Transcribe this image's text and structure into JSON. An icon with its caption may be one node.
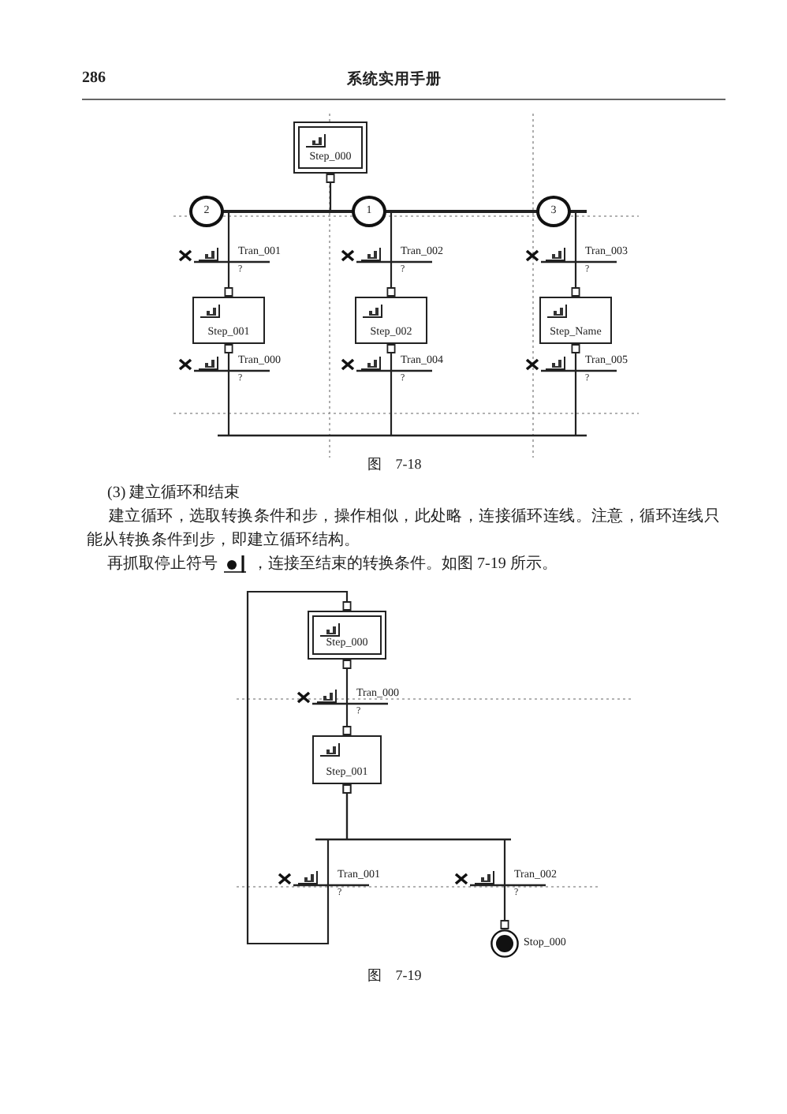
{
  "diagram": {
    "nodes": [
      {
        "text": [
          "Step_000"
        ]
      },
      {
        "text": [
          "2"
        ]
      },
      {
        "text": [
          "1"
        ]
      },
      {
        "text": [
          "3"
        ]
      },
      {
        "text": [
          "Tran_001",
          "?"
        ]
      },
      {
        "text": [
          "Step_001"
        ]
      },
      {
        "text": [
          "Tran_000",
          "?"
        ]
      },
      {
        "text": [
          "Tran_002",
          "?"
        ]
      },
      {
        "text": [
          "Step_002"
        ]
      },
      {
        "text": [
          "Tran_004",
          "?"
        ]
      },
      {
        "text": [
          "Tran_003",
          "?"
        ]
      },
      {
        "text": [
          "Step_Name"
        ]
      },
      {
        "text": [
          "Tran_005",
          "?"
        ]
      },
      {
        "text": [
          "Step_000"
        ]
      },
      {
        "text": [
          "Tran_000",
          "?"
        ]
      },
      {
        "text": [
          "Step_001"
        ]
      },
      {
        "text": [
          "Tran_001",
          "?"
        ]
      },
      {
        "text": [
          "Tran_002",
          "?"
        ]
      },
      {
        "text": [],
        "shape": "circle",
        "beside": [
          "Stop_000"
        ]
      },
      {
        "text": [],
        "shape": "bar"
      }
    ],
    "edges": [
      {
        "from": 0,
        "to": 19,
        "arrow": "other"
      },
      {
        "from": 19,
        "to": 4,
        "arrow": "none"
      },
      {
        "from": 19,
        "to": 7,
        "arrow": "none"
      },
      {
        "from": 4,
        "to": 5,
        "arrow": "other"
      },
      {
        "from": 5,
        "to": 6,
        "arrow": "other"
      },
      {
        "from": 6,
        "to": null,
        "arrow": "none"
      },
      {
        "from": 7,
        "to": 8,
        "arrow": "other"
      },
      {
        "from": 8,
        "to": 9,
        "arrow": "other"
      },
      {
        "from": 9,
        "to": null,
        "arrow": "none"
      },
      {
        "from": 10,
        "to": 11,
        "arrow": "other"
      },
      {
        "from": 11,
        "to": 12,
        "arrow": "other"
      },
      {
        "from": 12,
        "to": null,
        "arrow": "none"
      },
      {
        "from": 13,
        "to": 14,
        "arrow": "other"
      },
      {
        "from": 14,
        "to": 15,
        "arrow": "other"
      },
      {
        "from": 15,
        "to": 16,
        "arrow": "other"
      },
      {
        "from": 15,
        "to": 17,
        "arrow": "other"
      },
      {
        "from": 17,
        "to": 18,
        "arrow": "other"
      },
      {
        "from": 16,
        "to": 13,
        "arrow": "other"
      },
      {
        "from": 19,
        "to": 10,
        "arrow": "none"
      }
    ],
    "labels": [
      "286",
      "系统实用手册",
      "图　7-18",
      "(3) 建立循环和结束",
      "建立循环，选取转换条件和步，操作相似，此处略，连接循环连线。注意，循环连线只能从转换条件到步，即建立循环结构。",
      "再抓取停止符号",
      "，连接至结束的转换条件。如图 7-19 所示。",
      "图　7-19"
    ]
  }
}
